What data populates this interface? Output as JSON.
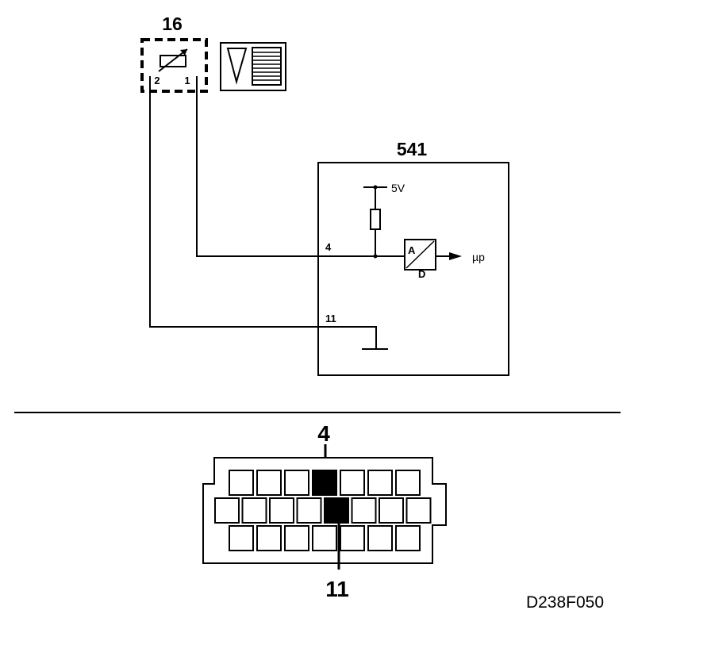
{
  "sensor": {
    "id": "16",
    "pin_left": "2",
    "pin_right": "1"
  },
  "ecu": {
    "id": "541",
    "supply": "5V",
    "pin_signal": "4",
    "pin_ground": "11",
    "adc_top": "A",
    "adc_bottom": "D",
    "output": "µp"
  },
  "connector": {
    "top_label": "4",
    "bottom_label": "11",
    "rows": [
      {
        "count": 7,
        "filled_index": 3
      },
      {
        "count": 8,
        "filled_index": 4
      },
      {
        "count": 7,
        "filled_index": -1
      }
    ]
  },
  "figure_code": "D238F050"
}
